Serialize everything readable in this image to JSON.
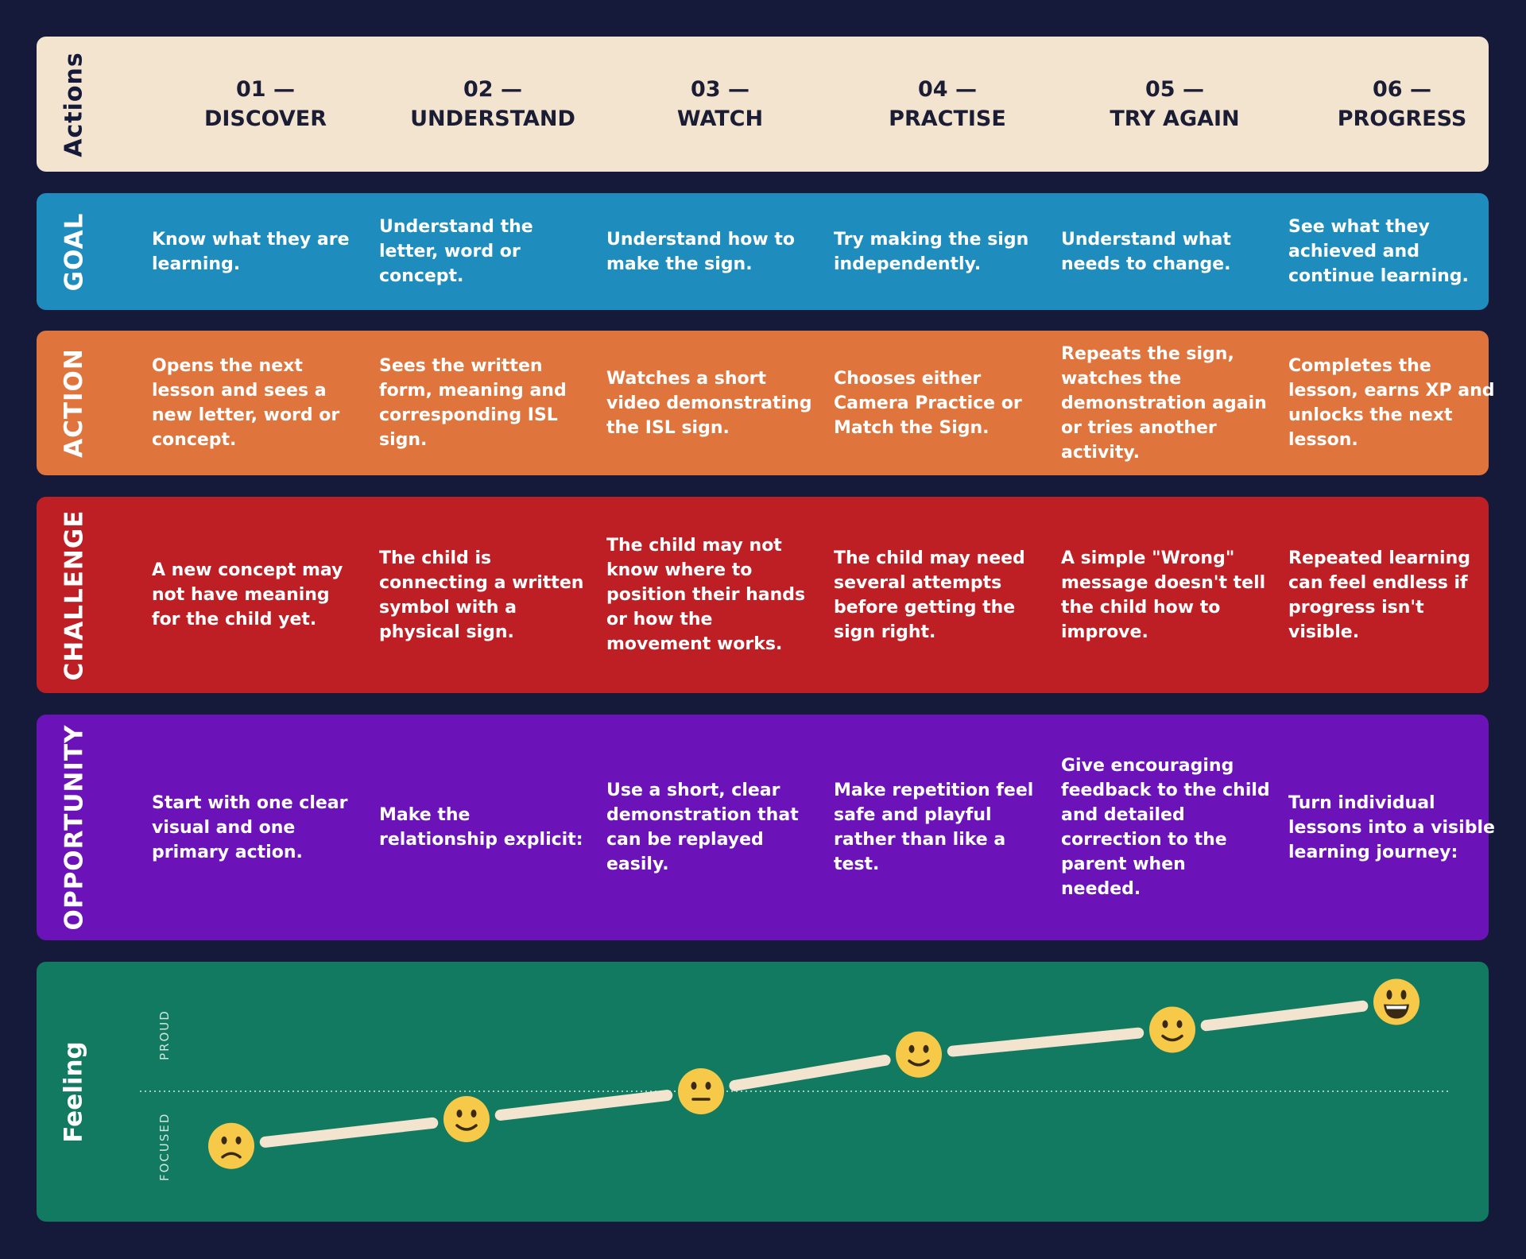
{
  "header": {
    "label": "Actions",
    "steps": [
      {
        "num": "01 —",
        "name": "DISCOVER"
      },
      {
        "num": "02 —",
        "name": "UNDERSTAND"
      },
      {
        "num": "03 —",
        "name": "WATCH"
      },
      {
        "num": "04 —",
        "name": "PRACTISE"
      },
      {
        "num": "05 —",
        "name": "TRY AGAIN"
      },
      {
        "num": "06 —",
        "name": "PROGRESS"
      }
    ]
  },
  "rows": {
    "goal": {
      "label": "GOAL",
      "cells": [
        "Know what they are learning.",
        "Understand the letter, word or concept.",
        "Understand how to make the sign.",
        "Try making the sign independently.",
        "Understand what needs to change.",
        "See what they achieved and continue learning."
      ]
    },
    "action": {
      "label": "ACTION",
      "cells": [
        "Opens the next lesson and sees a new letter, word or concept.",
        "Sees the written form, meaning and corresponding ISL sign.",
        "Watches a short video demonstrating the ISL sign.",
        "Chooses either Camera Practice or Match the Sign.",
        "Repeats the sign, watches the demonstration again or tries another activity.",
        "Completes the lesson, earns XP and unlocks the next lesson."
      ]
    },
    "challenge": {
      "label": "CHALLENGE",
      "cells": [
        "A new concept may not have meaning for the child yet.",
        "The child is connecting a written symbol with a physical sign.",
        "The child may not know where to position their hands or how the movement works.",
        "The child may need several attempts before getting the sign right.",
        "A simple \"Wrong\" message doesn't tell the child how to improve.",
        "Repeated learning can feel endless if progress isn't visible."
      ]
    },
    "opportunity": {
      "label": "OPPORTUNITY",
      "cells": [
        "Start with one clear visual and one primary action.",
        "Make the relationship explicit:",
        "Use a short, clear demonstration that can be replayed easily.",
        "Make repetition feel safe and playful rather than like a test.",
        "Give encouraging feedback to the child and detailed correction to the parent when needed.",
        "Turn individual lessons into a visible learning journey:"
      ]
    }
  },
  "feeling": {
    "label": "Feeling",
    "top_label": "PROUD",
    "bottom_label": "FOCUSED",
    "levels": [
      -0.55,
      -0.28,
      0.0,
      0.37,
      0.62,
      0.9
    ],
    "faces": [
      "sad-face-icon",
      "slight-smile-icon",
      "neutral-face-icon",
      "slight-smile-icon",
      "slight-smile-icon",
      "grinning-face-icon"
    ],
    "colors": {
      "face": "#f7c948",
      "line": "#f2e4cf",
      "divider": "#9fd0c0"
    }
  }
}
